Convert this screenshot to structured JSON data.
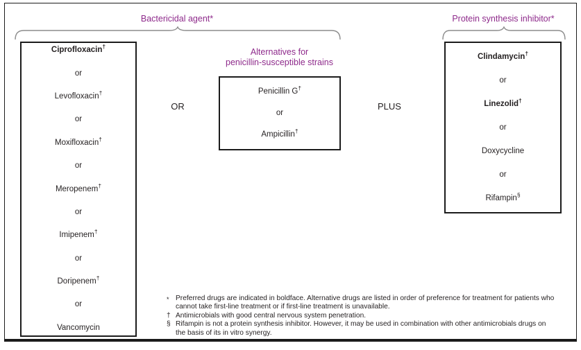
{
  "figure": {
    "headings": {
      "bactericidal": "Bactericidal agent*",
      "protein_synthesis": "Protein synthesis inhibitor*",
      "alternatives_line1": "Alternatives for",
      "alternatives_line2": "penicillin-susceptible strains"
    },
    "connectors": {
      "or": "OR",
      "plus": "PLUS"
    },
    "separator_label": "or",
    "accent_color": "#8e2a8b",
    "text_color": "#231f20",
    "boxes": {
      "bactericidal": {
        "name": "bactericidal-agent-box",
        "drugs": [
          {
            "name": "Ciprofloxacin",
            "marker": "†",
            "preferred": true
          },
          {
            "name": "Levofloxacin",
            "marker": "†",
            "preferred": false
          },
          {
            "name": "Moxifloxacin",
            "marker": "†",
            "preferred": false
          },
          {
            "name": "Meropenem",
            "marker": "†",
            "preferred": false
          },
          {
            "name": "Imipenem",
            "marker": "†",
            "preferred": false
          },
          {
            "name": "Doripenem",
            "marker": "†",
            "preferred": false
          },
          {
            "name": "Vancomycin",
            "marker": "",
            "preferred": false
          }
        ]
      },
      "alternatives": {
        "name": "penicillin-alternatives-box",
        "drugs": [
          {
            "name": "Penicillin G",
            "marker": "†",
            "preferred": false
          },
          {
            "name": "Ampicillin",
            "marker": "†",
            "preferred": false
          }
        ]
      },
      "protein_synthesis": {
        "name": "protein-synthesis-inhibitor-box",
        "drugs": [
          {
            "name": "Clindamycin",
            "marker": "†",
            "preferred": true
          },
          {
            "name": "Linezolid",
            "marker": "†",
            "preferred": true
          },
          {
            "name": "Doxycycline",
            "marker": "",
            "preferred": false
          },
          {
            "name": "Rifampin",
            "marker": "§",
            "preferred": false
          }
        ]
      }
    },
    "footnotes": [
      {
        "marker": "*",
        "text": "Preferred drugs are indicated in boldface. Alternative drugs are listed in order of preference for treatment for patients who cannot take first-line treatment or if first-line treatment is unavailable."
      },
      {
        "marker": "†",
        "text": "Antimicrobials with good central nervous system penetration."
      },
      {
        "marker": "§",
        "text": "Rifampin is not a protein synthesis inhibitor. However, it may be used in combination with other antimicrobials drugs on the basis of its in vitro synergy."
      }
    ]
  }
}
